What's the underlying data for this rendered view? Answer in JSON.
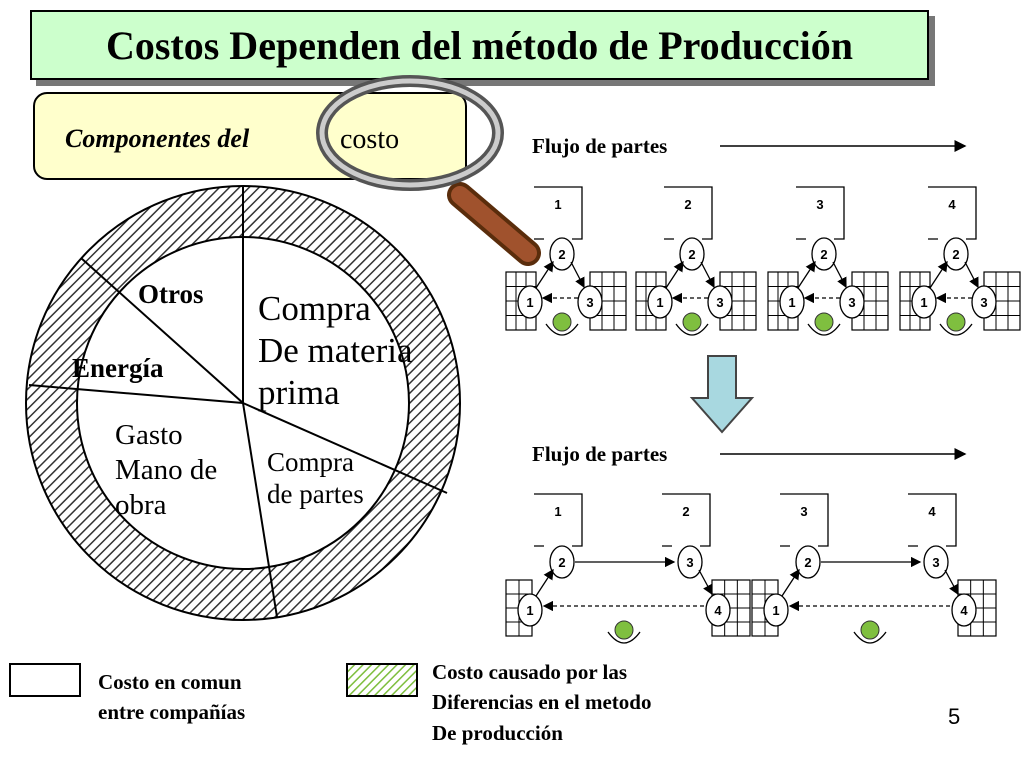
{
  "title": "Costos Dependen del método de Producción",
  "components_box": {
    "label": "Componentes del",
    "word": "costo"
  },
  "pie": {
    "otros": "Otros",
    "energia": "Energía",
    "materia": [
      "Compra",
      "De materia",
      "prima"
    ],
    "mano_obra": [
      "Gasto",
      "Mano de",
      "obra"
    ],
    "partes": [
      "Compra",
      "de partes"
    ]
  },
  "flow_top": {
    "label": "Flujo de partes",
    "cells": [
      {
        "top": "1",
        "center": "2",
        "left": "1",
        "right": "3"
      },
      {
        "top": "2",
        "center": "2",
        "left": "1",
        "right": "3"
      },
      {
        "top": "3",
        "center": "2",
        "left": "1",
        "right": "3"
      },
      {
        "top": "4",
        "center": "2",
        "left": "1",
        "right": "3"
      }
    ]
  },
  "flow_bottom": {
    "label": "Flujo de partes",
    "groups": [
      {
        "tops": [
          "1",
          "2"
        ],
        "nodes": [
          "2",
          "3",
          "1",
          "4"
        ]
      },
      {
        "tops": [
          "3",
          "4"
        ],
        "nodes": [
          "2",
          "3",
          "1",
          "4"
        ]
      }
    ]
  },
  "legend": {
    "common": [
      "Costo en comun",
      "entre compañías"
    ],
    "caused": [
      "Costo causado por las",
      "Diferencias en el metodo",
      "De producción"
    ]
  },
  "page_number": "5",
  "colors": {
    "title_bg": "#ccffcc",
    "components_bg": "#ffffcc",
    "hatch": "#7fbf3f",
    "arrow_fill": "#a8d8e0",
    "worker": "#7fbf3f",
    "lens_handle": "#8b4513"
  }
}
